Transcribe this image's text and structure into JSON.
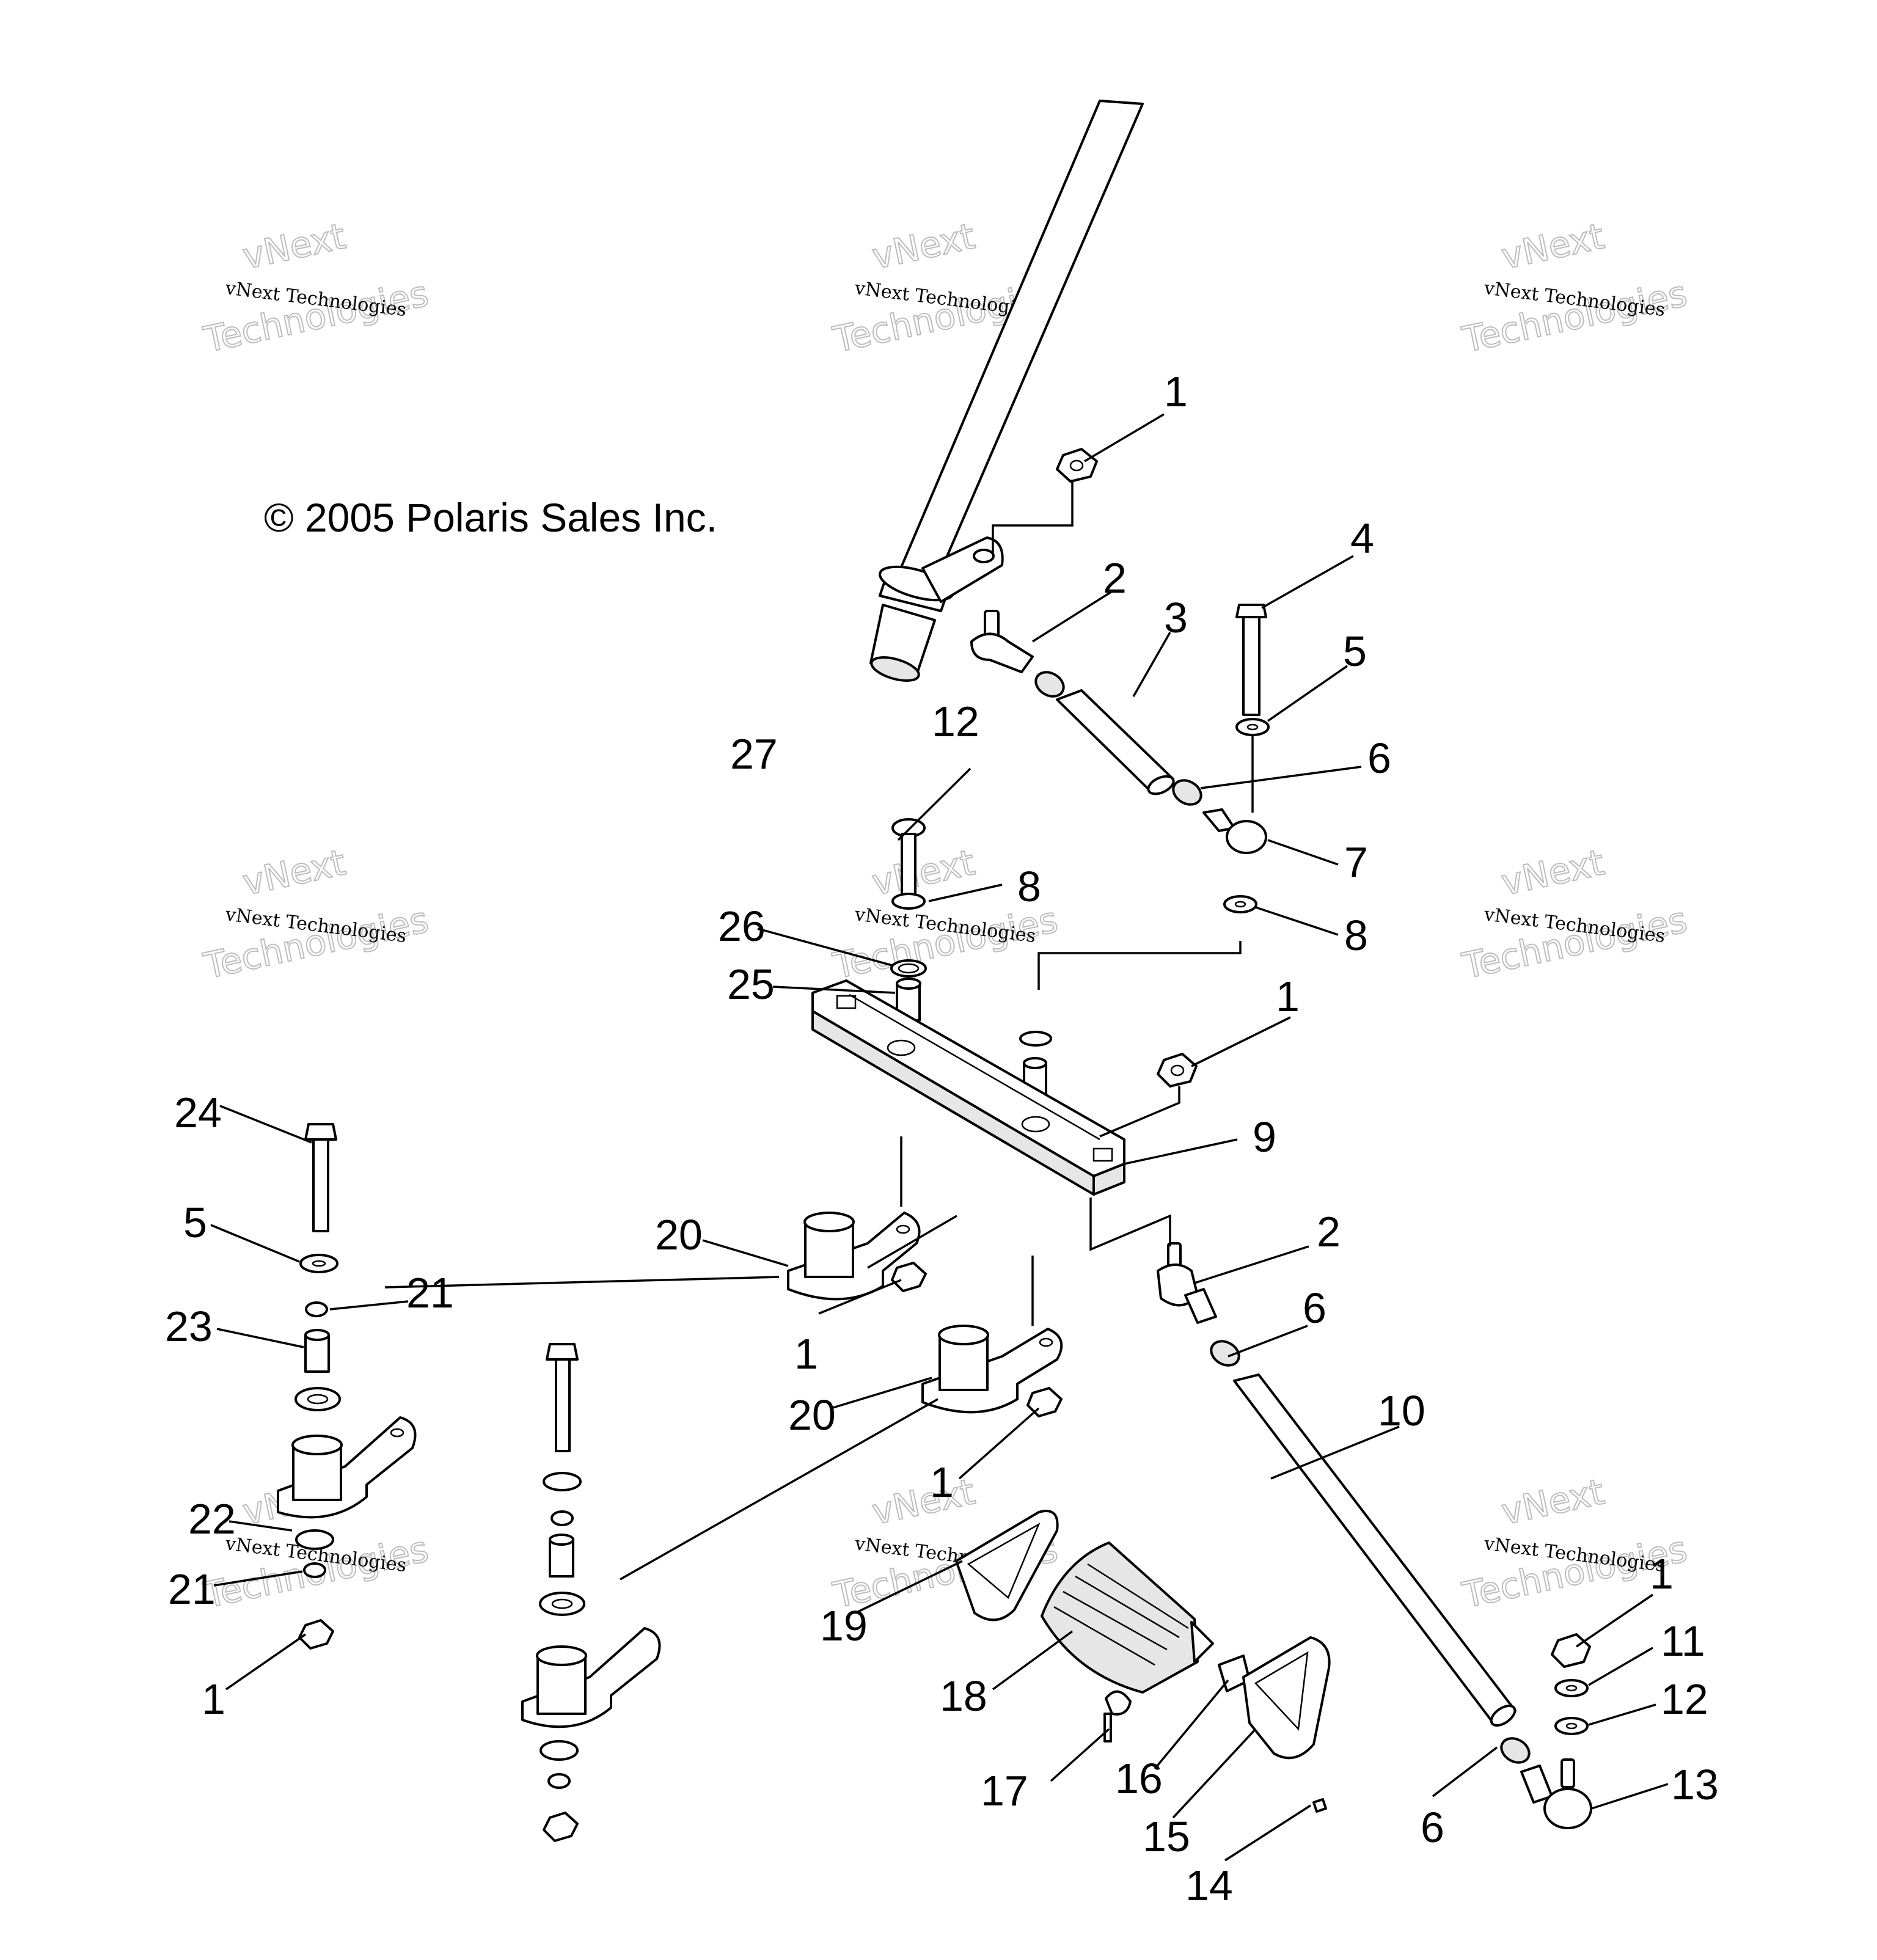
{
  "copyright": "© 2005 Polaris Sales Inc.",
  "watermark": {
    "line1": "vNext",
    "line2": "vNext Technologies",
    "line3": "Technologies"
  },
  "callouts": [
    "1",
    "2",
    "3",
    "4",
    "5",
    "6",
    "7",
    "8",
    "8",
    "27",
    "26",
    "25",
    "12",
    "1",
    "9",
    "2",
    "6",
    "10",
    "24",
    "5",
    "21",
    "23",
    "20",
    "1",
    "20",
    "1",
    "22",
    "21",
    "1",
    "19",
    "18",
    "17",
    "16",
    "15",
    "14",
    "1",
    "11",
    "12",
    "6",
    "13"
  ]
}
